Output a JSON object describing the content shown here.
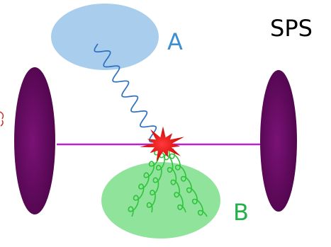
{
  "labels": {
    "top_right": "SPS",
    "blob_top": "A",
    "blob_bottom": "B"
  },
  "colors": {
    "plate": "#660a63",
    "beam": "#bb22cc",
    "blob_a": "#a9cdec",
    "blob_b": "#90e39a",
    "photon": "#2d6fc0",
    "gluon": "#2ec43a",
    "star": "#e50000",
    "label_a": "#3f8fd0",
    "label_b": "#22b14c",
    "label_sps": "#000000"
  },
  "icons": {
    "collision": "starburst-icon"
  }
}
